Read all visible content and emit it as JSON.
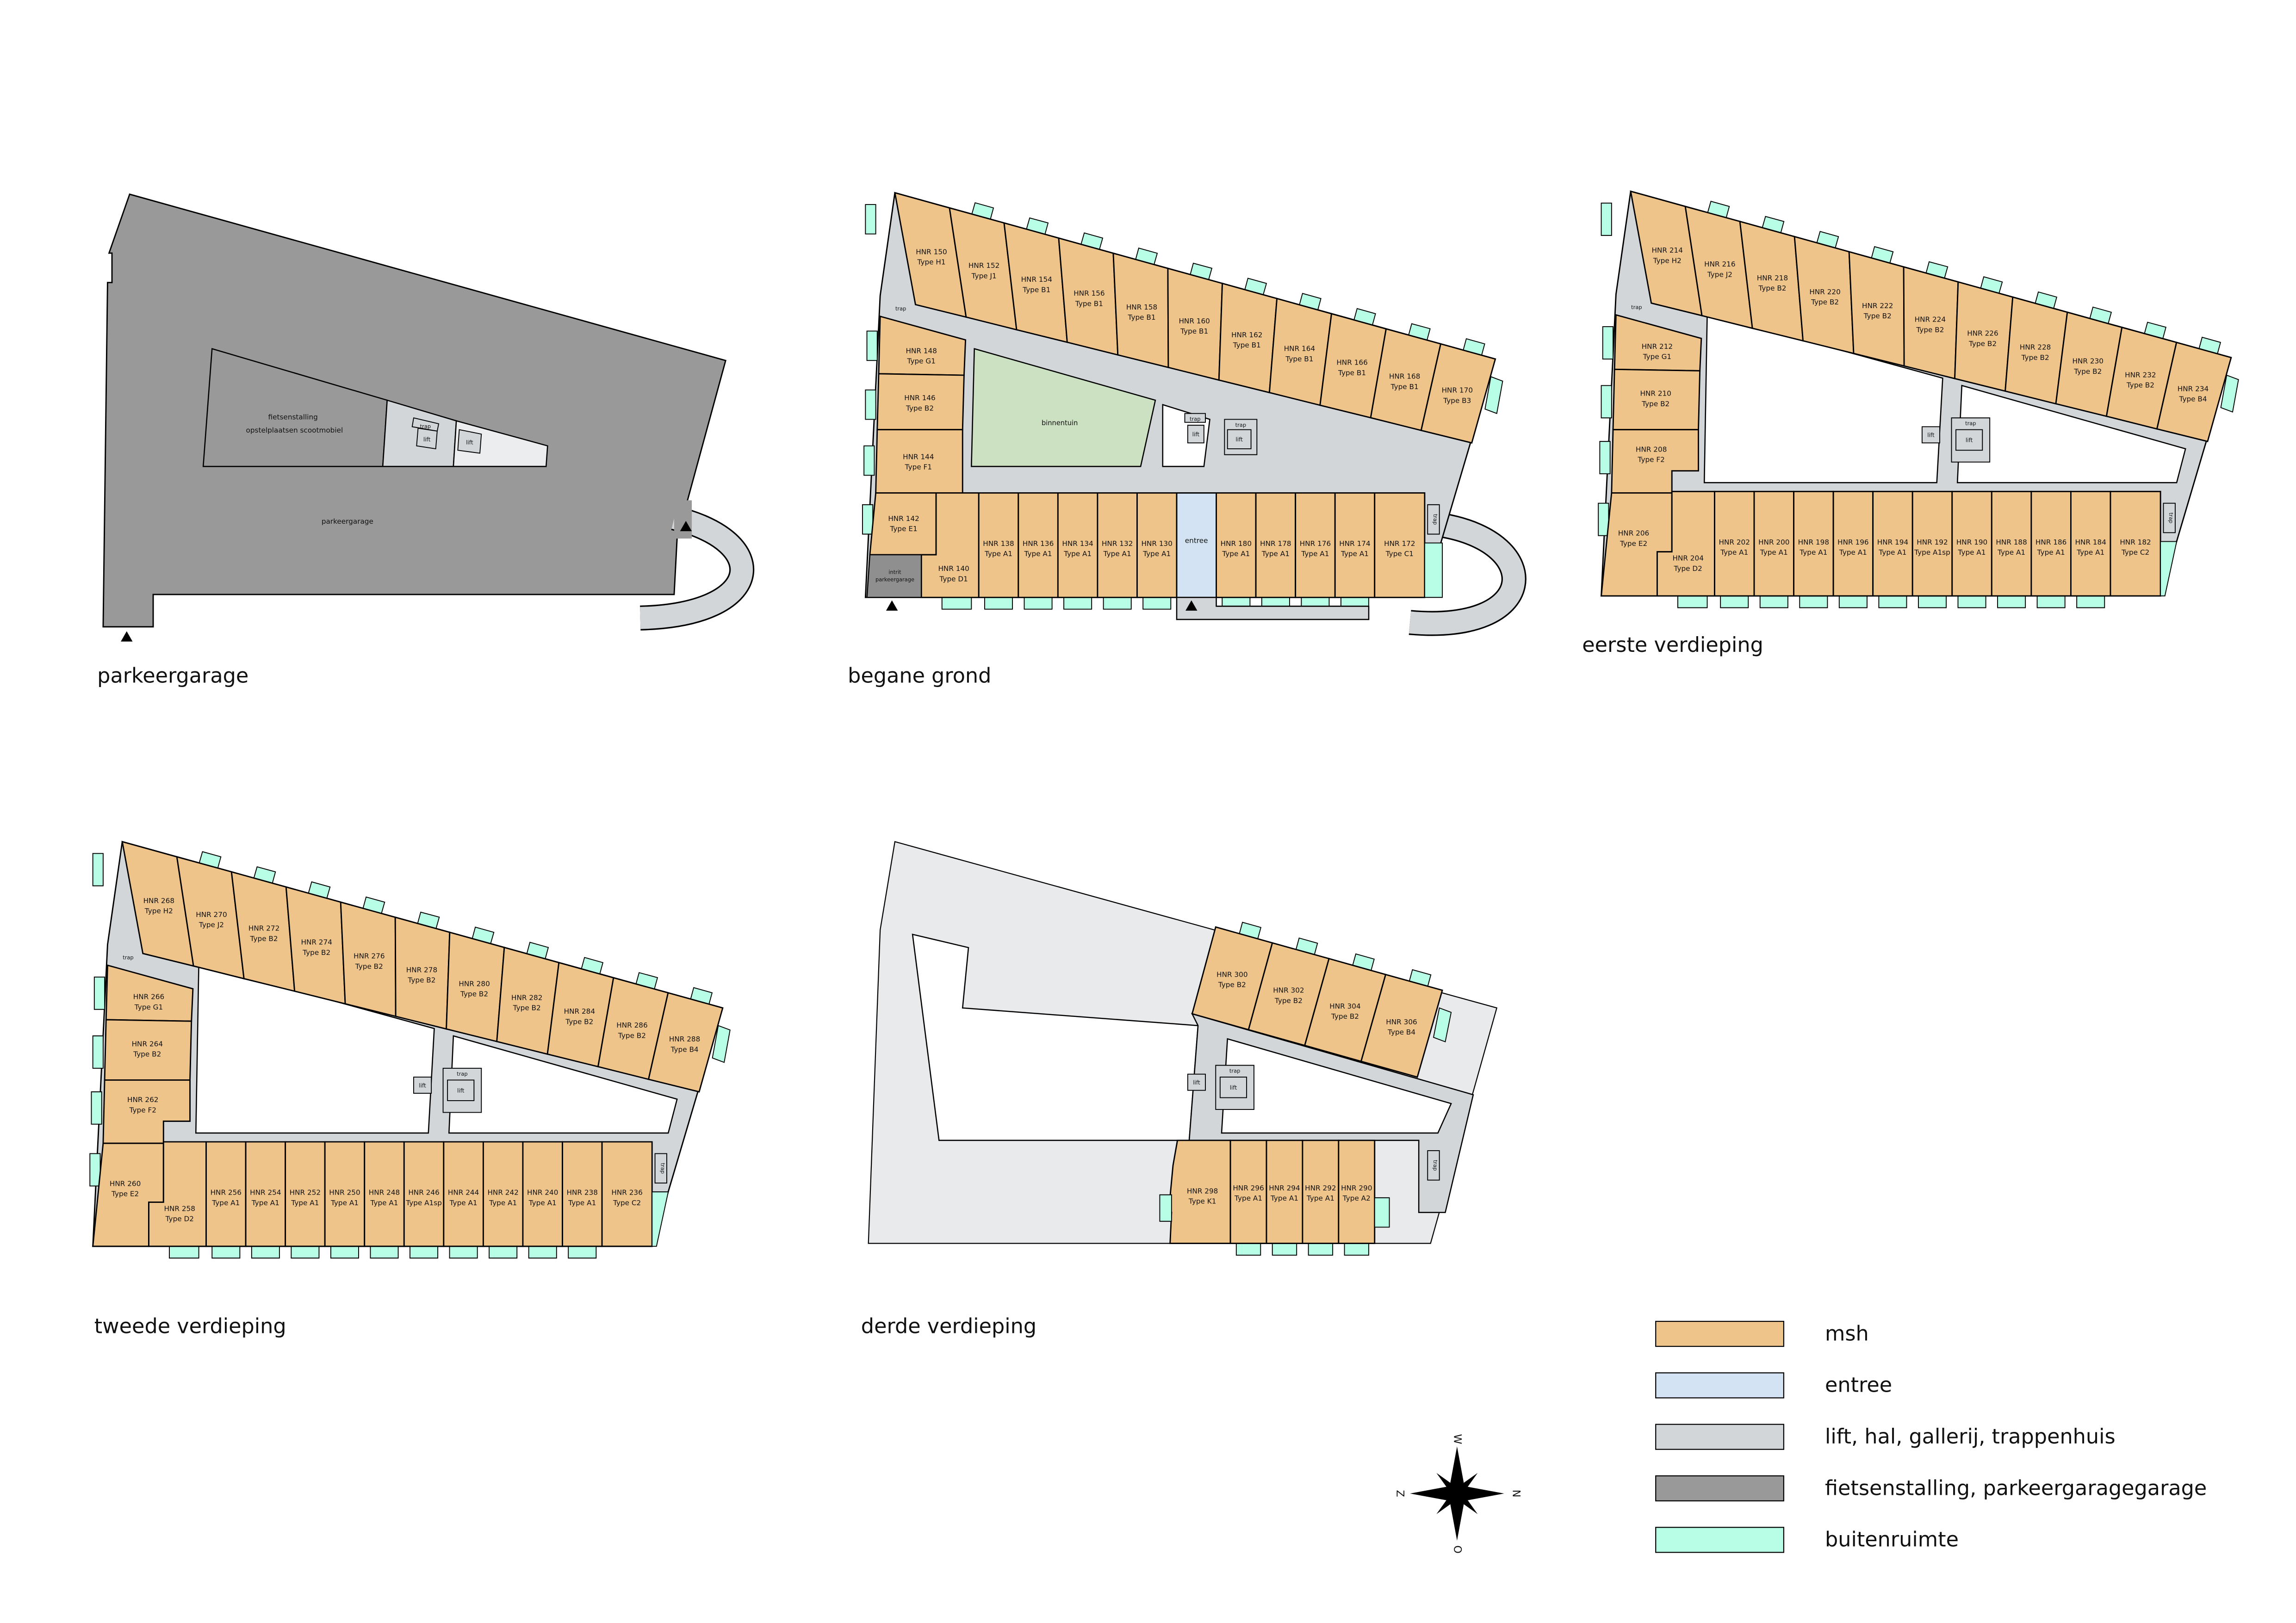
{
  "colors": {
    "msh": "#eec48a",
    "entree": "#d4e3f3",
    "corridor": "#d3d6d9",
    "parking": "#999999",
    "buitenruimte": "#b8fde6",
    "binnentuin": "#cce0c2",
    "light": "#e9eaec"
  },
  "labels": {
    "trap": "trap",
    "lift": "lift"
  },
  "plans": {
    "parkeergarage": {
      "title": "parkeergarage",
      "fietsenstalling": "fietsenstalling",
      "scootmobiel": "opstelplaatsen scootmobiel",
      "garage": "parkeergarage"
    },
    "begane_grond": {
      "title": "begane grond",
      "binnentuin": "binnentuin",
      "entree": "entree",
      "intrit_line1": "intrit",
      "intrit_line2": "parkeergarage",
      "top_row": [
        {
          "hnr": "HNR 150",
          "type": "Type H1"
        },
        {
          "hnr": "HNR 152",
          "type": "Type J1"
        },
        {
          "hnr": "HNR 154",
          "type": "Type B1"
        },
        {
          "hnr": "HNR 156",
          "type": "Type B1"
        },
        {
          "hnr": "HNR 158",
          "type": "Type B1"
        },
        {
          "hnr": "HNR 160",
          "type": "Type B1"
        },
        {
          "hnr": "HNR 162",
          "type": "Type B1"
        },
        {
          "hnr": "HNR 164",
          "type": "Type B1"
        },
        {
          "hnr": "HNR 166",
          "type": "Type B1"
        },
        {
          "hnr": "HNR 168",
          "type": "Type B1"
        },
        {
          "hnr": "HNR 170",
          "type": "Type B3"
        }
      ],
      "left_column": [
        {
          "hnr": "HNR 148",
          "type": "Type G1"
        },
        {
          "hnr": "HNR 146",
          "type": "Type B2"
        },
        {
          "hnr": "HNR 144",
          "type": "Type F1"
        },
        {
          "hnr": "HNR 142",
          "type": "Type E1"
        },
        {
          "hnr": "HNR 140",
          "type": "Type D1"
        }
      ],
      "bottom_row": [
        {
          "hnr": "HNR 138",
          "type": "Type A1"
        },
        {
          "hnr": "HNR 136",
          "type": "Type A1"
        },
        {
          "hnr": "HNR 134",
          "type": "Type A1"
        },
        {
          "hnr": "HNR 132",
          "type": "Type A1"
        },
        {
          "hnr": "HNR 130",
          "type": "Type A1"
        },
        {
          "hnr": "HNR 180",
          "type": "Type A1"
        },
        {
          "hnr": "HNR 178",
          "type": "Type A1"
        },
        {
          "hnr": "HNR 176",
          "type": "Type A1"
        },
        {
          "hnr": "HNR 174",
          "type": "Type A1"
        },
        {
          "hnr": "HNR 172",
          "type": "Type C1"
        }
      ]
    },
    "eerste_verdieping": {
      "title": "eerste verdieping",
      "top_row": [
        {
          "hnr": "HNR 214",
          "type": "Type H2"
        },
        {
          "hnr": "HNR 216",
          "type": "Type J2"
        },
        {
          "hnr": "HNR 218",
          "type": "Type B2"
        },
        {
          "hnr": "HNR 220",
          "type": "Type B2"
        },
        {
          "hnr": "HNR 222",
          "type": "Type B2"
        },
        {
          "hnr": "HNR 224",
          "type": "Type B2"
        },
        {
          "hnr": "HNR 226",
          "type": "Type B2"
        },
        {
          "hnr": "HNR 228",
          "type": "Type B2"
        },
        {
          "hnr": "HNR 230",
          "type": "Type B2"
        },
        {
          "hnr": "HNR 232",
          "type": "Type B2"
        },
        {
          "hnr": "HNR 234",
          "type": "Type B4"
        }
      ],
      "left_column": [
        {
          "hnr": "HNR 212",
          "type": "Type G1"
        },
        {
          "hnr": "HNR 210",
          "type": "Type B2"
        },
        {
          "hnr": "HNR 208",
          "type": "Type F2"
        },
        {
          "hnr": "HNR 206",
          "type": "Type E2"
        },
        {
          "hnr": "HNR 204",
          "type": "Type D2"
        }
      ],
      "bottom_row": [
        {
          "hnr": "HNR 202",
          "type": "Type A1"
        },
        {
          "hnr": "HNR 200",
          "type": "Type A1"
        },
        {
          "hnr": "HNR 198",
          "type": "Type A1"
        },
        {
          "hnr": "HNR 196",
          "type": "Type A1"
        },
        {
          "hnr": "HNR 194",
          "type": "Type A1"
        },
        {
          "hnr": "HNR 192",
          "type": "Type A1sp"
        },
        {
          "hnr": "HNR 190",
          "type": "Type A1"
        },
        {
          "hnr": "HNR 188",
          "type": "Type A1"
        },
        {
          "hnr": "HNR 186",
          "type": "Type A1"
        },
        {
          "hnr": "HNR 184",
          "type": "Type A1"
        },
        {
          "hnr": "HNR 182",
          "type": "Type C2"
        }
      ]
    },
    "tweede_verdieping": {
      "title": "tweede verdieping",
      "top_row": [
        {
          "hnr": "HNR 268",
          "type": "Type H2"
        },
        {
          "hnr": "HNR 270",
          "type": "Type J2"
        },
        {
          "hnr": "HNR 272",
          "type": "Type B2"
        },
        {
          "hnr": "HNR 274",
          "type": "Type B2"
        },
        {
          "hnr": "HNR 276",
          "type": "Type B2"
        },
        {
          "hnr": "HNR 278",
          "type": "Type B2"
        },
        {
          "hnr": "HNR 280",
          "type": "Type B2"
        },
        {
          "hnr": "HNR 282",
          "type": "Type B2"
        },
        {
          "hnr": "HNR 284",
          "type": "Type B2"
        },
        {
          "hnr": "HNR 286",
          "type": "Type B2"
        },
        {
          "hnr": "HNR 288",
          "type": "Type B4"
        }
      ],
      "left_column": [
        {
          "hnr": "HNR 266",
          "type": "Type G1"
        },
        {
          "hnr": "HNR 264",
          "type": "Type B2"
        },
        {
          "hnr": "HNR 262",
          "type": "Type F2"
        },
        {
          "hnr": "HNR 260",
          "type": "Type E2"
        },
        {
          "hnr": "HNR 258",
          "type": "Type D2"
        }
      ],
      "bottom_row": [
        {
          "hnr": "HNR 256",
          "type": "Type A1"
        },
        {
          "hnr": "HNR 254",
          "type": "Type A1"
        },
        {
          "hnr": "HNR 252",
          "type": "Type A1"
        },
        {
          "hnr": "HNR 250",
          "type": "Type A1"
        },
        {
          "hnr": "HNR 248",
          "type": "Type A1"
        },
        {
          "hnr": "HNR 246",
          "type": "Type A1sp"
        },
        {
          "hnr": "HNR 244",
          "type": "Type A1"
        },
        {
          "hnr": "HNR 242",
          "type": "Type A1"
        },
        {
          "hnr": "HNR 240",
          "type": "Type A1"
        },
        {
          "hnr": "HNR 238",
          "type": "Type A1"
        },
        {
          "hnr": "HNR 236",
          "type": "Type C2"
        }
      ]
    },
    "derde_verdieping": {
      "title": "derde verdieping",
      "top_row": [
        {
          "hnr": "HNR 300",
          "type": "Type B2"
        },
        {
          "hnr": "HNR 302",
          "type": "Type B2"
        },
        {
          "hnr": "HNR 304",
          "type": "Type B2"
        },
        {
          "hnr": "HNR 306",
          "type": "Type B4"
        }
      ],
      "bottom_row": [
        {
          "hnr": "HNR 298",
          "type": "Type K1"
        },
        {
          "hnr": "HNR 296",
          "type": "Type A1"
        },
        {
          "hnr": "HNR 294",
          "type": "Type A1"
        },
        {
          "hnr": "HNR 292",
          "type": "Type A1"
        },
        {
          "hnr": "HNR 290",
          "type": "Type A2"
        }
      ]
    }
  },
  "legend": [
    {
      "label": "msh",
      "color": "#eec48a"
    },
    {
      "label": "entree",
      "color": "#d4e3f3"
    },
    {
      "label": "lift, hal, gallerij, trappenhuis",
      "color": "#d3d6d9"
    },
    {
      "label": "fietsenstalling, parkeergaragegarage",
      "color": "#999999"
    },
    {
      "label": "buitenruimte",
      "color": "#b8fde6"
    }
  ],
  "compass": {
    "top": "W",
    "right": "N",
    "bottom": "O",
    "left": "Z"
  }
}
